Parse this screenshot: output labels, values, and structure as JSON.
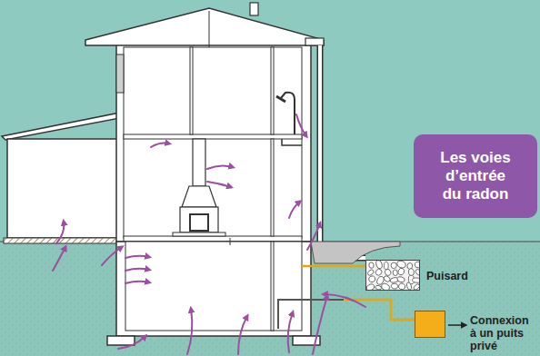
{
  "diagram": {
    "nodes": [
      {
        "text": [
          "Les voies d’entrée du radon"
        ]
      },
      {
        "text": [
          "Puisard"
        ]
      },
      {
        "text": [
          "Connexion à un puits privé"
        ]
      }
    ]
  }
}
